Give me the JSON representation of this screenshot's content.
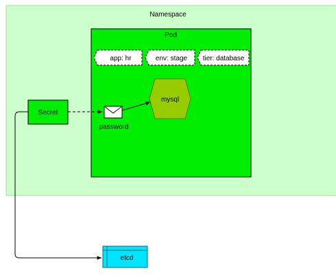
{
  "namespace": {
    "label": "Namespace",
    "fill": "#ccffcc",
    "stroke": "#a6d9a6"
  },
  "pod": {
    "label": "Pod",
    "fill": "#00ee00",
    "stroke": "#000000"
  },
  "labels": [
    {
      "text": "app: hr"
    },
    {
      "text": "env: stage"
    },
    {
      "text": "tier: database"
    }
  ],
  "mysql": {
    "label": "mysql",
    "fill": "#99cc00",
    "stroke": "#5a7a00"
  },
  "secret": {
    "label": "Secret",
    "fill": "#00ee00",
    "stroke": "#000000"
  },
  "password": {
    "label": "password",
    "icon": "envelope-icon"
  },
  "etcd": {
    "label": "etcd",
    "fill": "#00e5ff",
    "stroke": "#006b80"
  }
}
